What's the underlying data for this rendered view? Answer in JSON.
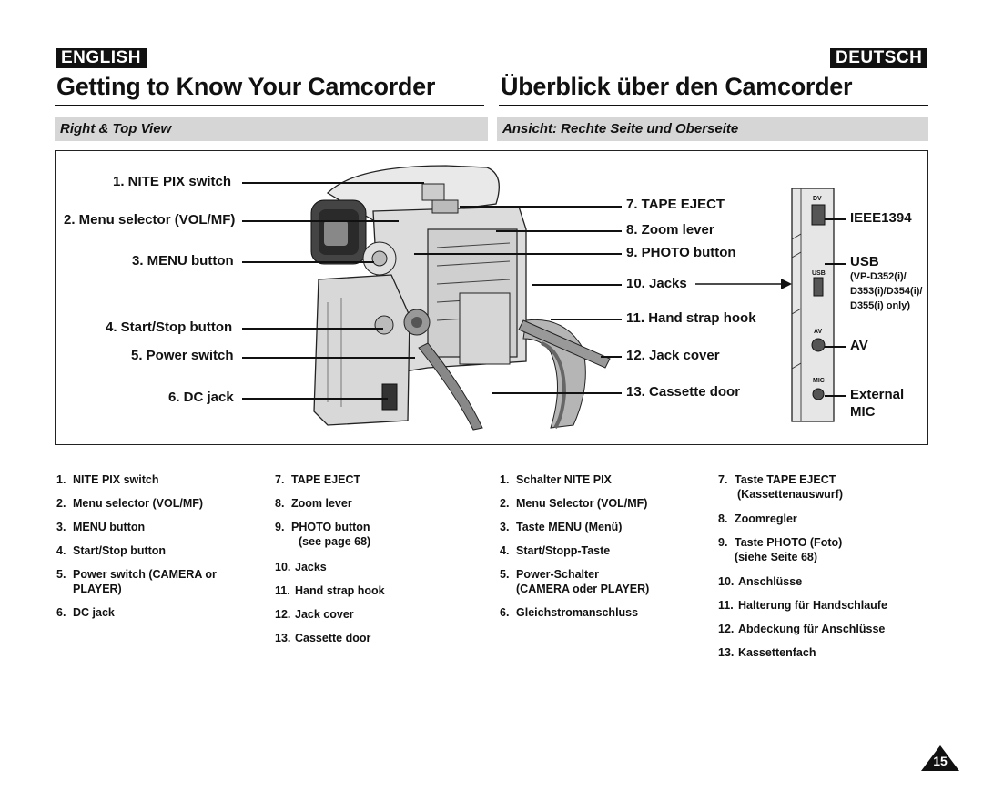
{
  "header": {
    "lang_en": "ENGLISH",
    "lang_de": "DEUTSCH",
    "title_en": "Getting to Know Your Camcorder",
    "title_de": "Überblick über den Camcorder",
    "section_en": "Right & Top View",
    "section_de": "Ansicht: Rechte Seite und Oberseite"
  },
  "callouts_left": [
    "1. NITE PIX switch",
    "2. Menu selector (VOL/MF)",
    "3. MENU button",
    "4. Start/Stop button",
    "5. Power switch",
    "6. DC jack"
  ],
  "callouts_right": [
    "7. TAPE EJECT",
    "8. Zoom lever",
    "9. PHOTO button",
    "10. Jacks",
    "11. Hand strap hook",
    "12. Jack cover",
    "13. Cassette door"
  ],
  "panel": {
    "ieee": "IEEE1394",
    "usb": "USB",
    "usb_note1": "(VP-D352(i)/",
    "usb_note2": "D353(i)/D354(i)/",
    "usb_note3": "D355(i) only)",
    "av": "AV",
    "ext1": "External",
    "ext2": "MIC",
    "tag_dv": "DV",
    "tag_usb": "USB",
    "tag_av": "AV",
    "tag_mic": "MIC"
  },
  "list_en_col1": [
    {
      "n": "1.",
      "t": "NITE PIX switch"
    },
    {
      "n": "2.",
      "t": "Menu selector (VOL/MF)"
    },
    {
      "n": "3.",
      "t": "MENU button"
    },
    {
      "n": "4.",
      "t": "Start/Stop button"
    },
    {
      "n": "5.",
      "t": "Power switch (CAMERA or",
      "t2": "PLAYER)"
    },
    {
      "n": "6.",
      "t": "DC jack"
    }
  ],
  "list_en_col2": [
    {
      "n": "7.",
      "t": "TAPE EJECT"
    },
    {
      "n": "8.",
      "t": "Zoom lever"
    },
    {
      "n": "9.",
      "t": "PHOTO button",
      "t2": "(see page 68)"
    },
    {
      "n": "10.",
      "t": "Jacks"
    },
    {
      "n": "11.",
      "t": "Hand strap hook"
    },
    {
      "n": "12.",
      "t": "Jack cover"
    },
    {
      "n": "13.",
      "t": "Cassette door"
    }
  ],
  "list_de_col1": [
    {
      "n": "1.",
      "t": "Schalter NITE PIX"
    },
    {
      "n": "2.",
      "t": "Menu Selector (VOL/MF)"
    },
    {
      "n": "3.",
      "t": "Taste MENU (Menü)"
    },
    {
      "n": "4.",
      "t": "Start/Stopp-Taste"
    },
    {
      "n": "5.",
      "t": "Power-Schalter",
      "t2": "(CAMERA oder PLAYER)"
    },
    {
      "n": "6.",
      "t": "Gleichstromanschluss"
    }
  ],
  "list_de_col2": [
    {
      "n": "7.",
      "t": "Taste TAPE EJECT",
      "t2": "(Kassettenauswurf)"
    },
    {
      "n": "8.",
      "t": "Zoomregler"
    },
    {
      "n": "9.",
      "t": "Taste PHOTO (Foto)",
      "t2": "(siehe Seite 68)"
    },
    {
      "n": "10.",
      "t": "Anschlüsse"
    },
    {
      "n": "11.",
      "t": "Halterung für Handschlaufe"
    },
    {
      "n": "12.",
      "t": "Abdeckung für Anschlüsse"
    },
    {
      "n": "13.",
      "t": "Kassettenfach"
    }
  ],
  "page_number": "15",
  "colors": {
    "accent": "#111111",
    "section_bar": "#d6d6d6"
  }
}
